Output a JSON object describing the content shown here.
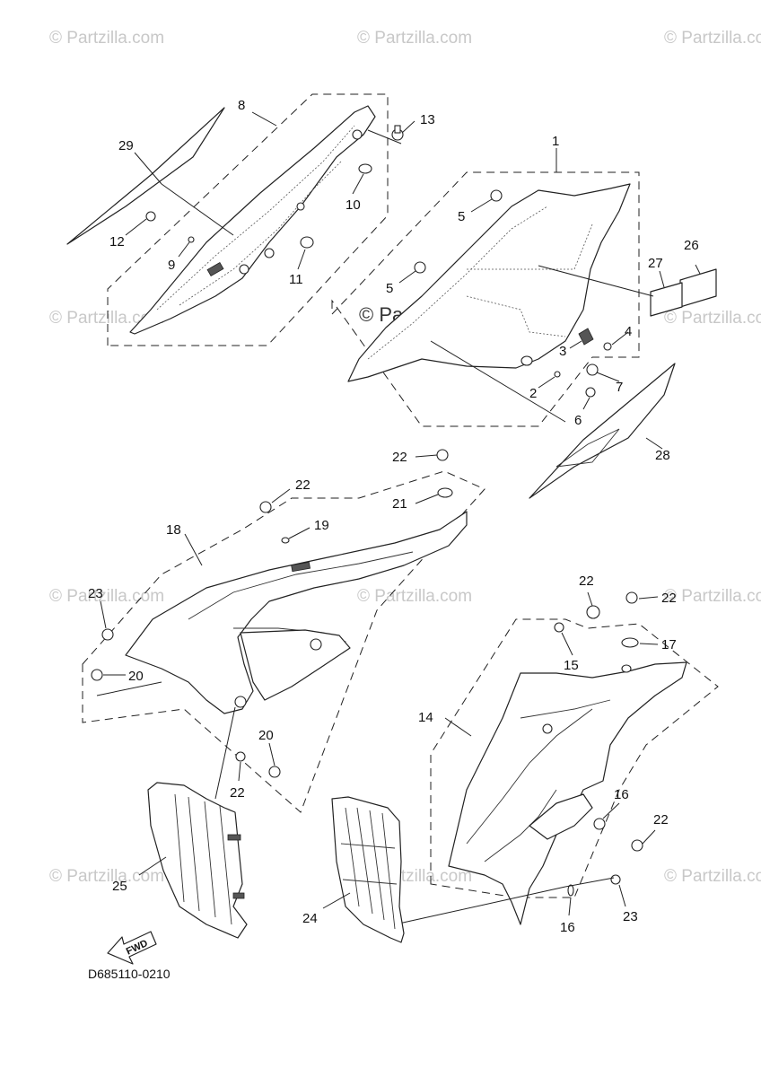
{
  "watermark": "© Partzilla.com",
  "diagram_code": "D685110-0210",
  "fwd_label": "FWD",
  "callouts": [
    "1",
    "2",
    "3",
    "4",
    "5",
    "5",
    "6",
    "7",
    "8",
    "9",
    "10",
    "11",
    "12",
    "13",
    "14",
    "15",
    "16",
    "16",
    "17",
    "18",
    "19",
    "20",
    "20",
    "21",
    "22",
    "22",
    "22",
    "22",
    "22",
    "22",
    "23",
    "23",
    "24",
    "25",
    "26",
    "27",
    "28",
    "29"
  ]
}
